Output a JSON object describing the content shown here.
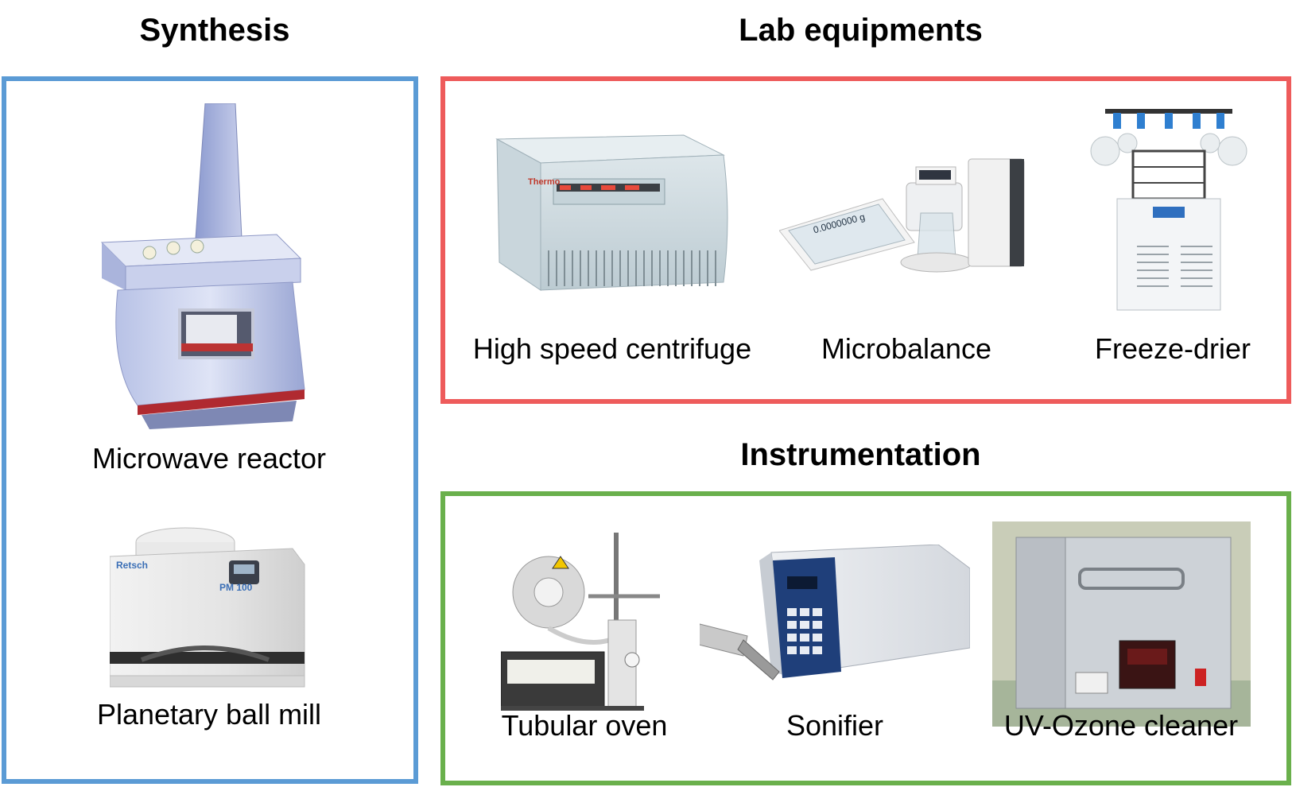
{
  "colors": {
    "synthesis_border": "#5b9bd5",
    "lab_border": "#ee5b5b",
    "instrumentation_border": "#6ab04c"
  },
  "synthesis": {
    "title": "Synthesis",
    "items": [
      {
        "label": "Microwave reactor",
        "icon": "microwave-reactor-icon"
      },
      {
        "label": "Planetary ball mill",
        "icon": "ball-mill-icon",
        "brand": "Retsch",
        "model": "PM 100"
      }
    ]
  },
  "lab_equipments": {
    "title": "Lab equipments",
    "items": [
      {
        "label": "High speed centrifuge",
        "icon": "centrifuge-icon",
        "brand": "Thermo"
      },
      {
        "label": "Microbalance",
        "icon": "microbalance-icon",
        "display_value": "0.0000000 g"
      },
      {
        "label": "Freeze-drier",
        "icon": "freeze-drier-icon"
      }
    ]
  },
  "instrumentation": {
    "title": "Instrumentation",
    "items": [
      {
        "label": "Tubular oven",
        "icon": "tubular-oven-icon"
      },
      {
        "label": "Sonifier",
        "icon": "sonifier-icon"
      },
      {
        "label": "UV-Ozone cleaner",
        "icon": "uv-ozone-cleaner-icon"
      }
    ]
  }
}
